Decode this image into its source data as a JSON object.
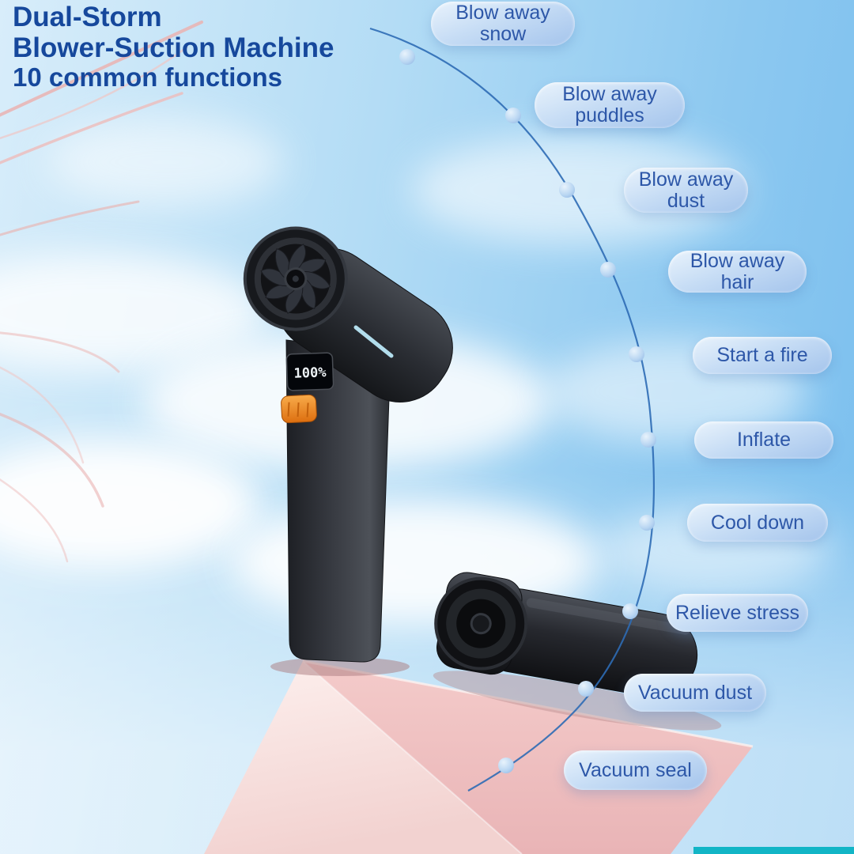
{
  "title": {
    "line1": "Dual-Storm",
    "line2": "Blower-Suction Machine",
    "line3": "10 common functions"
  },
  "device": {
    "display_value": "100%"
  },
  "functions": [
    {
      "label": "Blow away snow"
    },
    {
      "label": "Blow away puddles"
    },
    {
      "label": "Blow away dust"
    },
    {
      "label": "Blow away hair"
    },
    {
      "label": "Start a fire"
    },
    {
      "label": "Inflate"
    },
    {
      "label": "Cool down"
    },
    {
      "label": "Relieve stress"
    },
    {
      "label": "Vacuum dust"
    },
    {
      "label": "Vacuum seal"
    }
  ],
  "colors": {
    "title_blue": "#16489c",
    "pill_text": "#2d57a8",
    "arc_line": "#2e6cb5",
    "accent_orange": "#ef8f2e",
    "pedestal_pink": "#f2c6c5",
    "teal_strip": "#12b5c6"
  }
}
